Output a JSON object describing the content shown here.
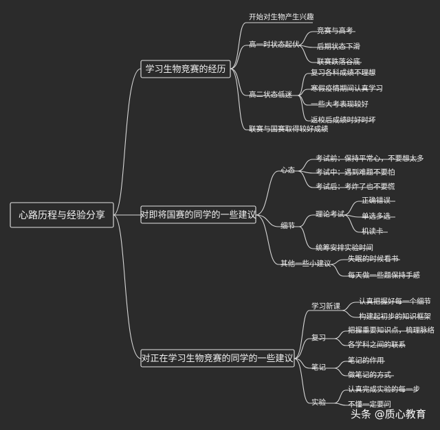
{
  "root": "心路历程与经验分享",
  "branches": [
    {
      "label": "学习生物竞赛的经历",
      "children": [
        {
          "label": "开始对生物产生兴趣"
        },
        {
          "label": "高一时状态起伏",
          "children": [
            "竞赛与高考",
            "后期状态下滑",
            "联赛跌落谷底"
          ]
        },
        {
          "label": "高二状态低迷",
          "children": [
            "复习各科成绩不理想",
            "寒假疫情期间认真学习",
            "一些大考表现较好",
            "返校后成绩时好时坏"
          ]
        },
        {
          "label": "联赛与国赛取得较好成绩"
        }
      ]
    },
    {
      "label": "对即将国赛的同学的一些建议",
      "children": [
        {
          "label": "心态",
          "children": [
            "考试前：保持平常心，不要想太多",
            "考试中：遇到难题不要怕",
            "考试后：考炸了也不要慌"
          ]
        },
        {
          "label": "细节",
          "children": [
            {
              "label": "理论考试",
              "children": [
                "正确错误",
                "单选多选",
                "机读卡"
              ]
            },
            {
              "label": "统筹安排实验时间"
            }
          ]
        },
        {
          "label": "其他一些小建议",
          "children": [
            "失眠的时候看书",
            "每天做一些题保持手感"
          ]
        }
      ]
    },
    {
      "label": "对正在学习生物竞赛的同学的一些建议",
      "children": [
        {
          "label": "学习新课",
          "children": [
            "认真把握好每一个细节",
            "构建起初步的知识框架"
          ]
        },
        {
          "label": "复习",
          "children": [
            "把握重要知识点，梳理脉络",
            "各学科之间的联系"
          ]
        },
        {
          "label": "笔记",
          "children": [
            "笔记的作用",
            "做笔记的方式"
          ]
        },
        {
          "label": "实验",
          "children": [
            "认真完成实验的每一步",
            "不懂一定要问"
          ]
        }
      ]
    }
  ],
  "watermark": "头条 @质心教育",
  "colors": {
    "background": "#2b2b2b",
    "line": "#d8d8d8",
    "text": "#f2f2f2"
  }
}
